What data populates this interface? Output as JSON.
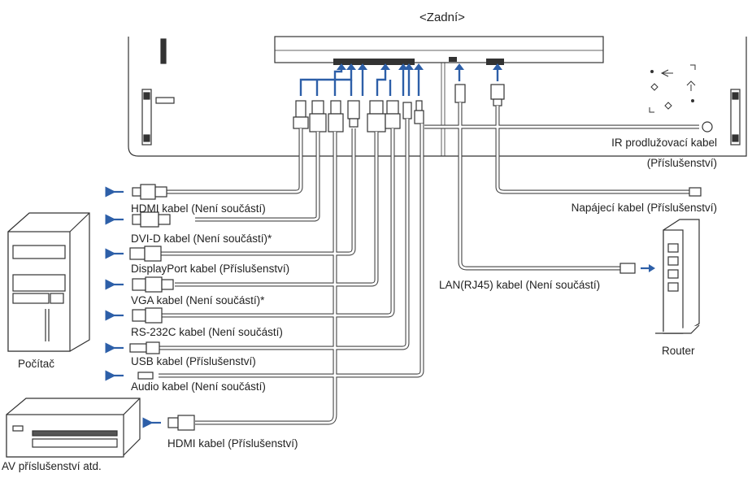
{
  "title": "<Zadní>",
  "left_cables": [
    {
      "id": "hdmi-pc",
      "label": "HDMI kabel (Není součástí)"
    },
    {
      "id": "dvi",
      "label": "DVI-D kabel (Není součástí)*"
    },
    {
      "id": "displayport",
      "label": "DisplayPort kabel (Příslušenství)"
    },
    {
      "id": "vga",
      "label": "VGA kabel (Není součástí)*"
    },
    {
      "id": "rs232c",
      "label": "RS-232C kabel (Není součástí)"
    },
    {
      "id": "usb",
      "label": "USB kabel (Příslušenství)"
    },
    {
      "id": "audio",
      "label": "Audio kabel (Není součástí)"
    }
  ],
  "hdmi_av_label": "HDMI kabel (Příslušenství)",
  "ir_cable": {
    "line1": "IR prodlužovací kabel",
    "line2": "(Příslušenství)"
  },
  "power_cable": "Napájecí kabel (Příslušenství)",
  "lan_cable": "LAN(RJ45) kabel (Není součástí)",
  "devices": {
    "computer": "Počítač",
    "router": "Router",
    "av": "AV příslušenství atd."
  },
  "colors": {
    "arrow": "#2d5fa8",
    "line": "#333333",
    "cable_fill": "#ffffff"
  }
}
